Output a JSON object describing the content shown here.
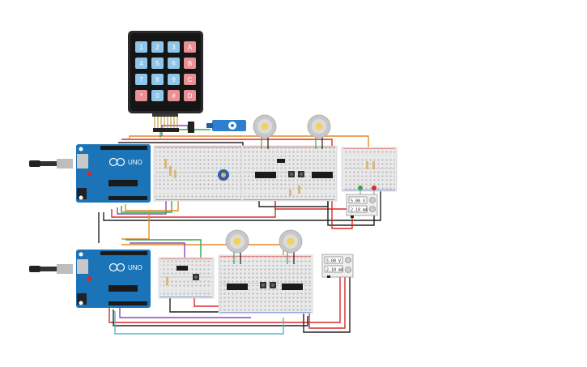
{
  "keypad": {
    "keys": [
      "1",
      "2",
      "3",
      "A",
      "4",
      "5",
      "6",
      "B",
      "7",
      "8",
      "9",
      "C",
      "*",
      "0",
      "#",
      "D"
    ],
    "digit_color": "#8ec5e8",
    "letter_color": "#e89096"
  },
  "arduino_label": "UNO",
  "power_supply_top": {
    "voltage": "5.00 V",
    "current": "2.10 mA"
  },
  "power_supply_bottom": {
    "voltage": "5.00 V",
    "current": "2.10 mA"
  },
  "colors": {
    "board": "#1b74b8",
    "breadboard": "#e9e9e9",
    "wire_red": "#d62a2a",
    "wire_black": "#222222",
    "wire_orange": "#e08a2a",
    "wire_green": "#3aa54a",
    "wire_purple": "#8a4ab8",
    "wire_teal": "#5ab4c8",
    "motor_body": "#c8c8c8",
    "motor_center": "#f2d25a",
    "servo": "#2e7fd0"
  }
}
